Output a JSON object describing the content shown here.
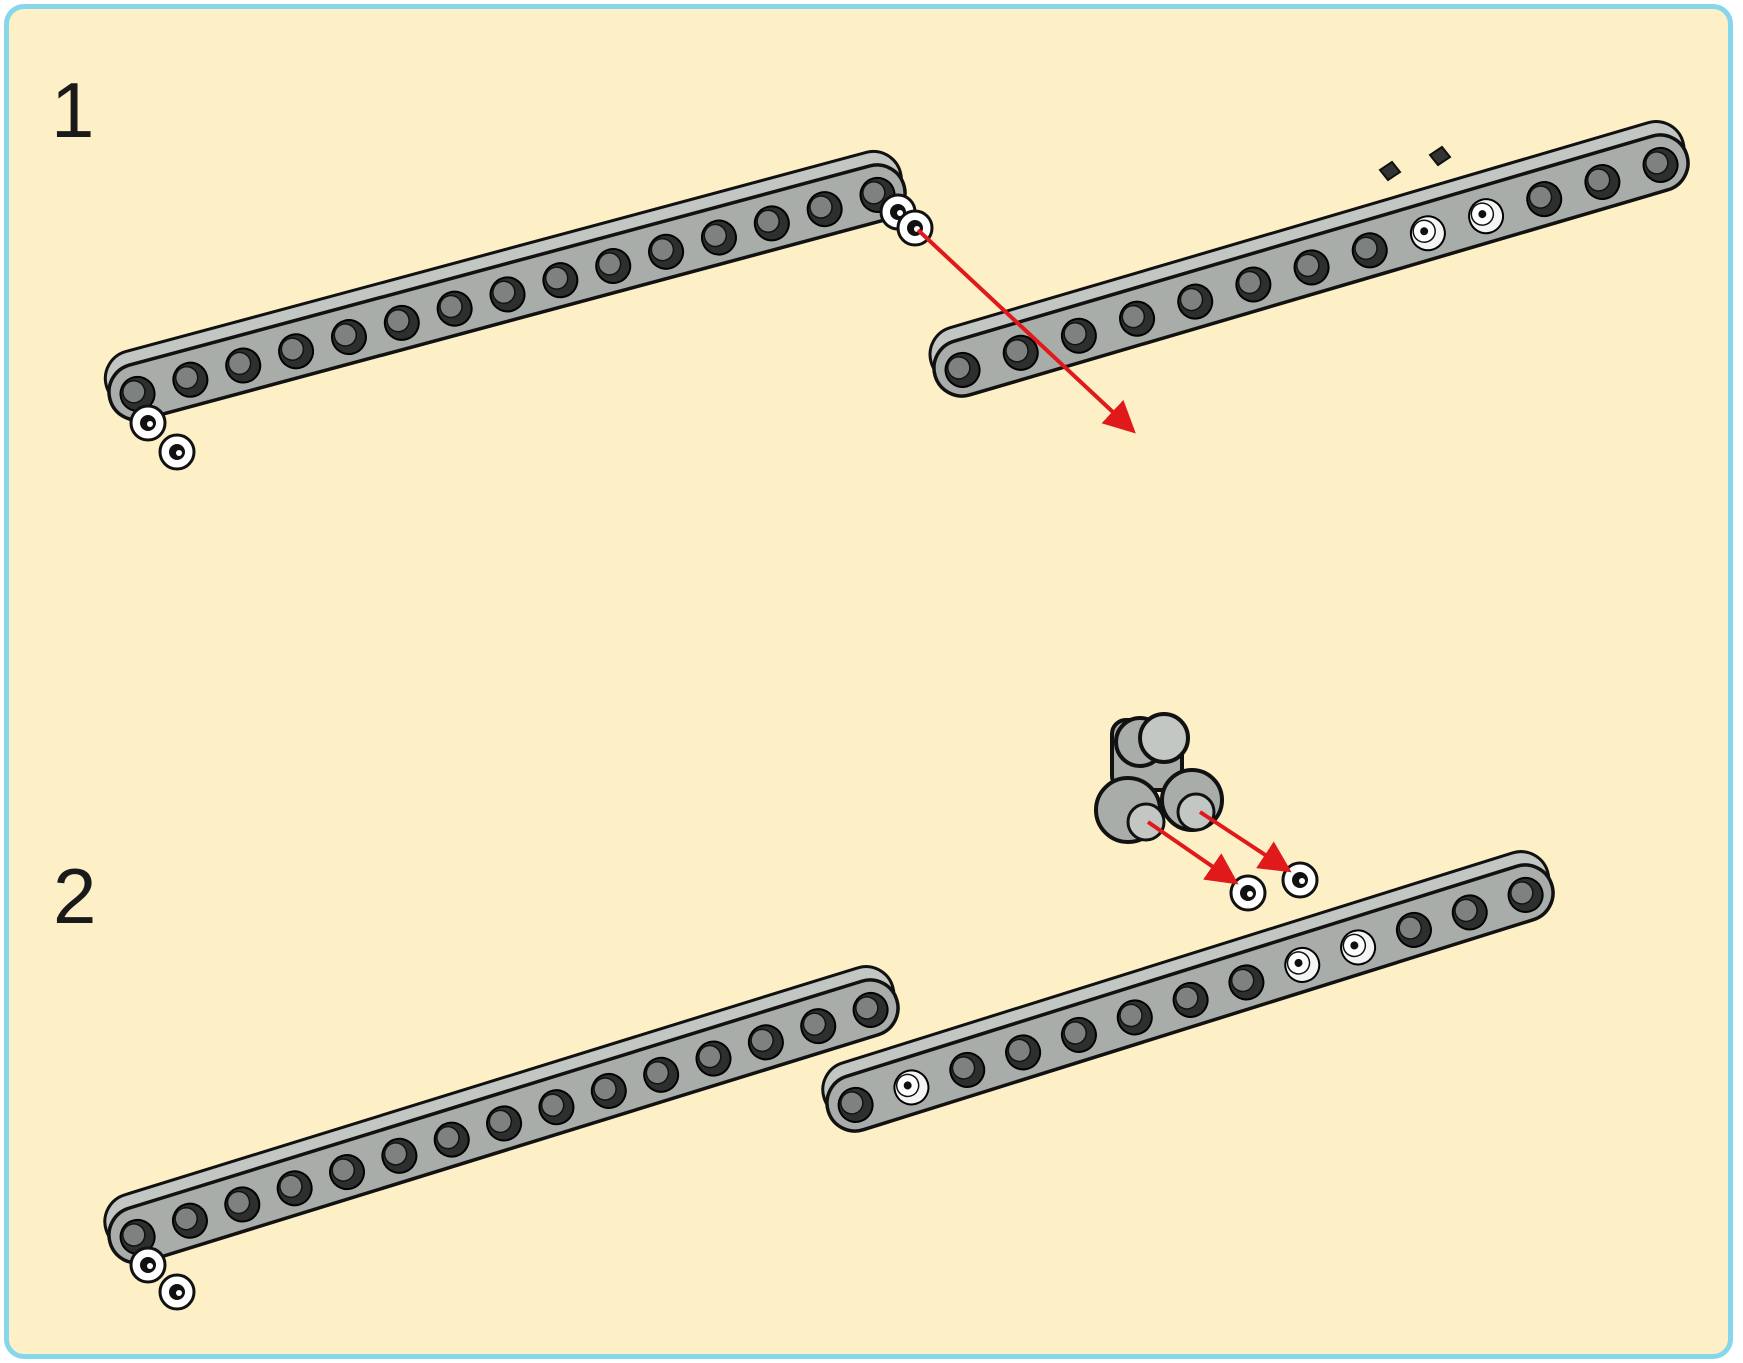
{
  "steps": [
    {
      "number": "1",
      "parts": [
        "beam-15",
        "beam-13",
        "friction-pin",
        "friction-pin",
        "axle-pin"
      ]
    },
    {
      "number": "2",
      "parts": [
        "beam-15",
        "beam-13",
        "cross-block"
      ]
    }
  ],
  "colors": {
    "panel_bg": "#fdefc6",
    "panel_border": "#86d6ec",
    "beam": "#a9adaa",
    "beam_hole": "#2d2f2e",
    "arrow": "#e01a1a"
  }
}
